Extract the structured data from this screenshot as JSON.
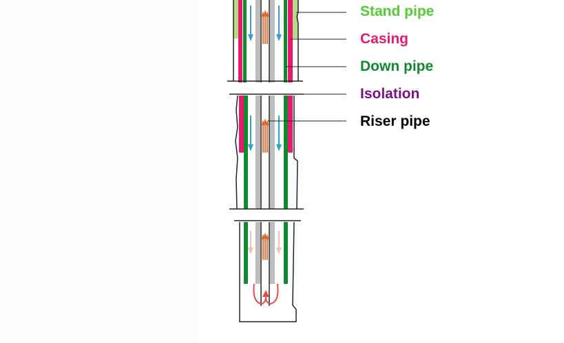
{
  "labels": {
    "stand_pipe": "Stand pipe",
    "casing": "Casing",
    "down_pipe": "Down pipe",
    "isolation": "Isolation",
    "riser_pipe": "Riser pipe"
  },
  "colors": {
    "stand_pipe": "#55cc33",
    "casing": "#e8196e",
    "down_pipe": "#0f8a2e",
    "isolation": "#7a1382",
    "riser_pipe": "#000000",
    "stand_pipe_fill": "#b9d98a",
    "pipe_gray": "#bdbdbd",
    "flow_up": "#e8520f",
    "flow_down": "#3a9ad0",
    "flow_faded_up": "#f07a55",
    "flow_faded_down": "#f3c4b0",
    "flow_return": "#e84a4a"
  }
}
